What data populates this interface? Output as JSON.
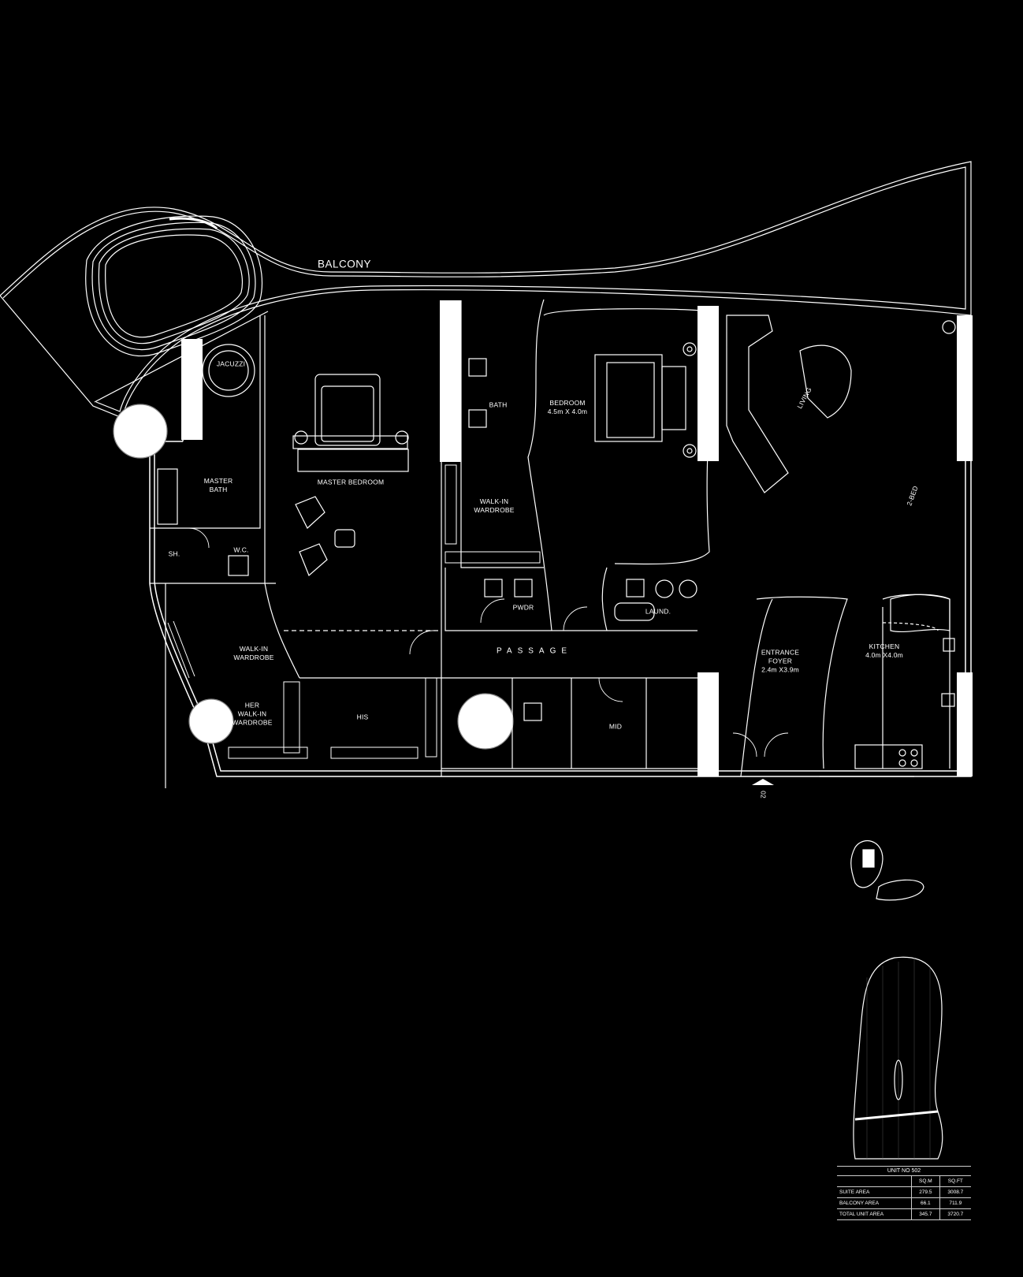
{
  "plan": {
    "balcony": "BALCONY",
    "jacuzzi": "JACUZZI",
    "master_bath": [
      "MASTER",
      "BATH"
    ],
    "master_bedroom": "MASTER BEDROOM",
    "sh": "SH.",
    "wc": "W.C.",
    "walk_in_wardrobe_left": [
      "WALK-IN",
      "WARDROBE"
    ],
    "her_walk_in_wardrobe": [
      "HER",
      "WALK-IN",
      "WARDROBE"
    ],
    "his": "HIS",
    "bath": "BATH",
    "walk_in_wardrobe_mid": [
      "WALK-IN",
      "WARDROBE"
    ],
    "pwdr": "PWDR",
    "passage": "PASSAGE",
    "mid": "MID",
    "bedroom": [
      "BEDROOM",
      "4.5m X 4.0m"
    ],
    "laund": "LAUND.",
    "entrance_foyer": [
      "ENTRANCE",
      "FOYER",
      "2.4m X3.9m"
    ],
    "living": "LIVING",
    "two_bed": "2-BED",
    "kitchen": [
      "KITCHEN",
      "4.0m X4.0m"
    ],
    "entry_marker": "02"
  },
  "area_table": {
    "title": "UNIT NO 502",
    "columns": [
      "",
      "SQ.M",
      "SQ.FT"
    ],
    "rows": [
      {
        "label": "SUITE AREA",
        "sqm": "279.5",
        "sqft": "3008.7"
      },
      {
        "label": "BALCONY AREA",
        "sqm": "66.1",
        "sqft": "711.9"
      },
      {
        "label": "TOTAL UNIT AREA",
        "sqm": "345.7",
        "sqft": "3720.7"
      }
    ]
  }
}
